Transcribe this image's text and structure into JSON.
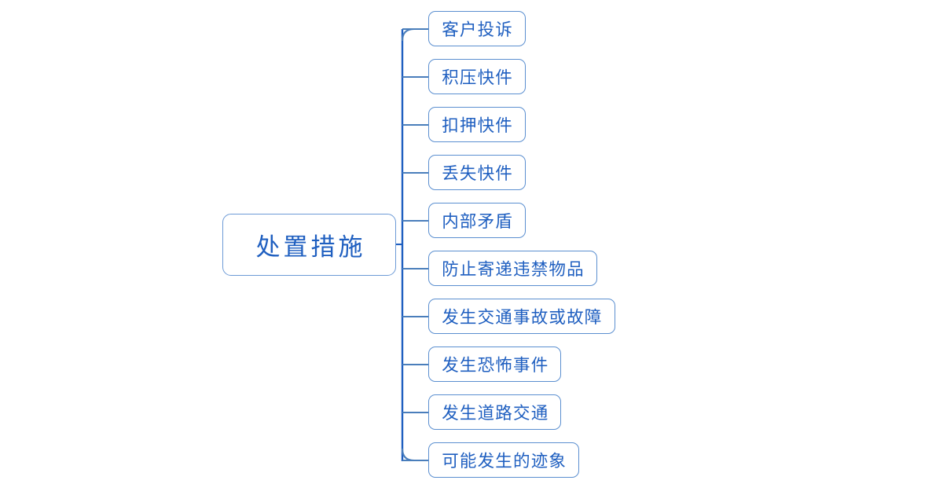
{
  "diagram": {
    "type": "mindmap",
    "title": "处置措施",
    "background_color": "#ffffff",
    "node_border_color": "#5b8fd0",
    "node_text_color": "#1f5fc0",
    "connector_color": "#4a7ebb",
    "spine_color": "#1f5fc0",
    "root": {
      "label": "处置措施"
    },
    "children": [
      {
        "label": "客户投诉"
      },
      {
        "label": "积压快件"
      },
      {
        "label": "扣押快件"
      },
      {
        "label": "丢失快件"
      },
      {
        "label": "内部矛盾"
      },
      {
        "label": "防止寄递违禁物品"
      },
      {
        "label": "发生交通事故或故障"
      },
      {
        "label": "发生恐怖事件"
      },
      {
        "label": "发生道路交通"
      },
      {
        "label": "可能发生的迹象"
      }
    ]
  }
}
